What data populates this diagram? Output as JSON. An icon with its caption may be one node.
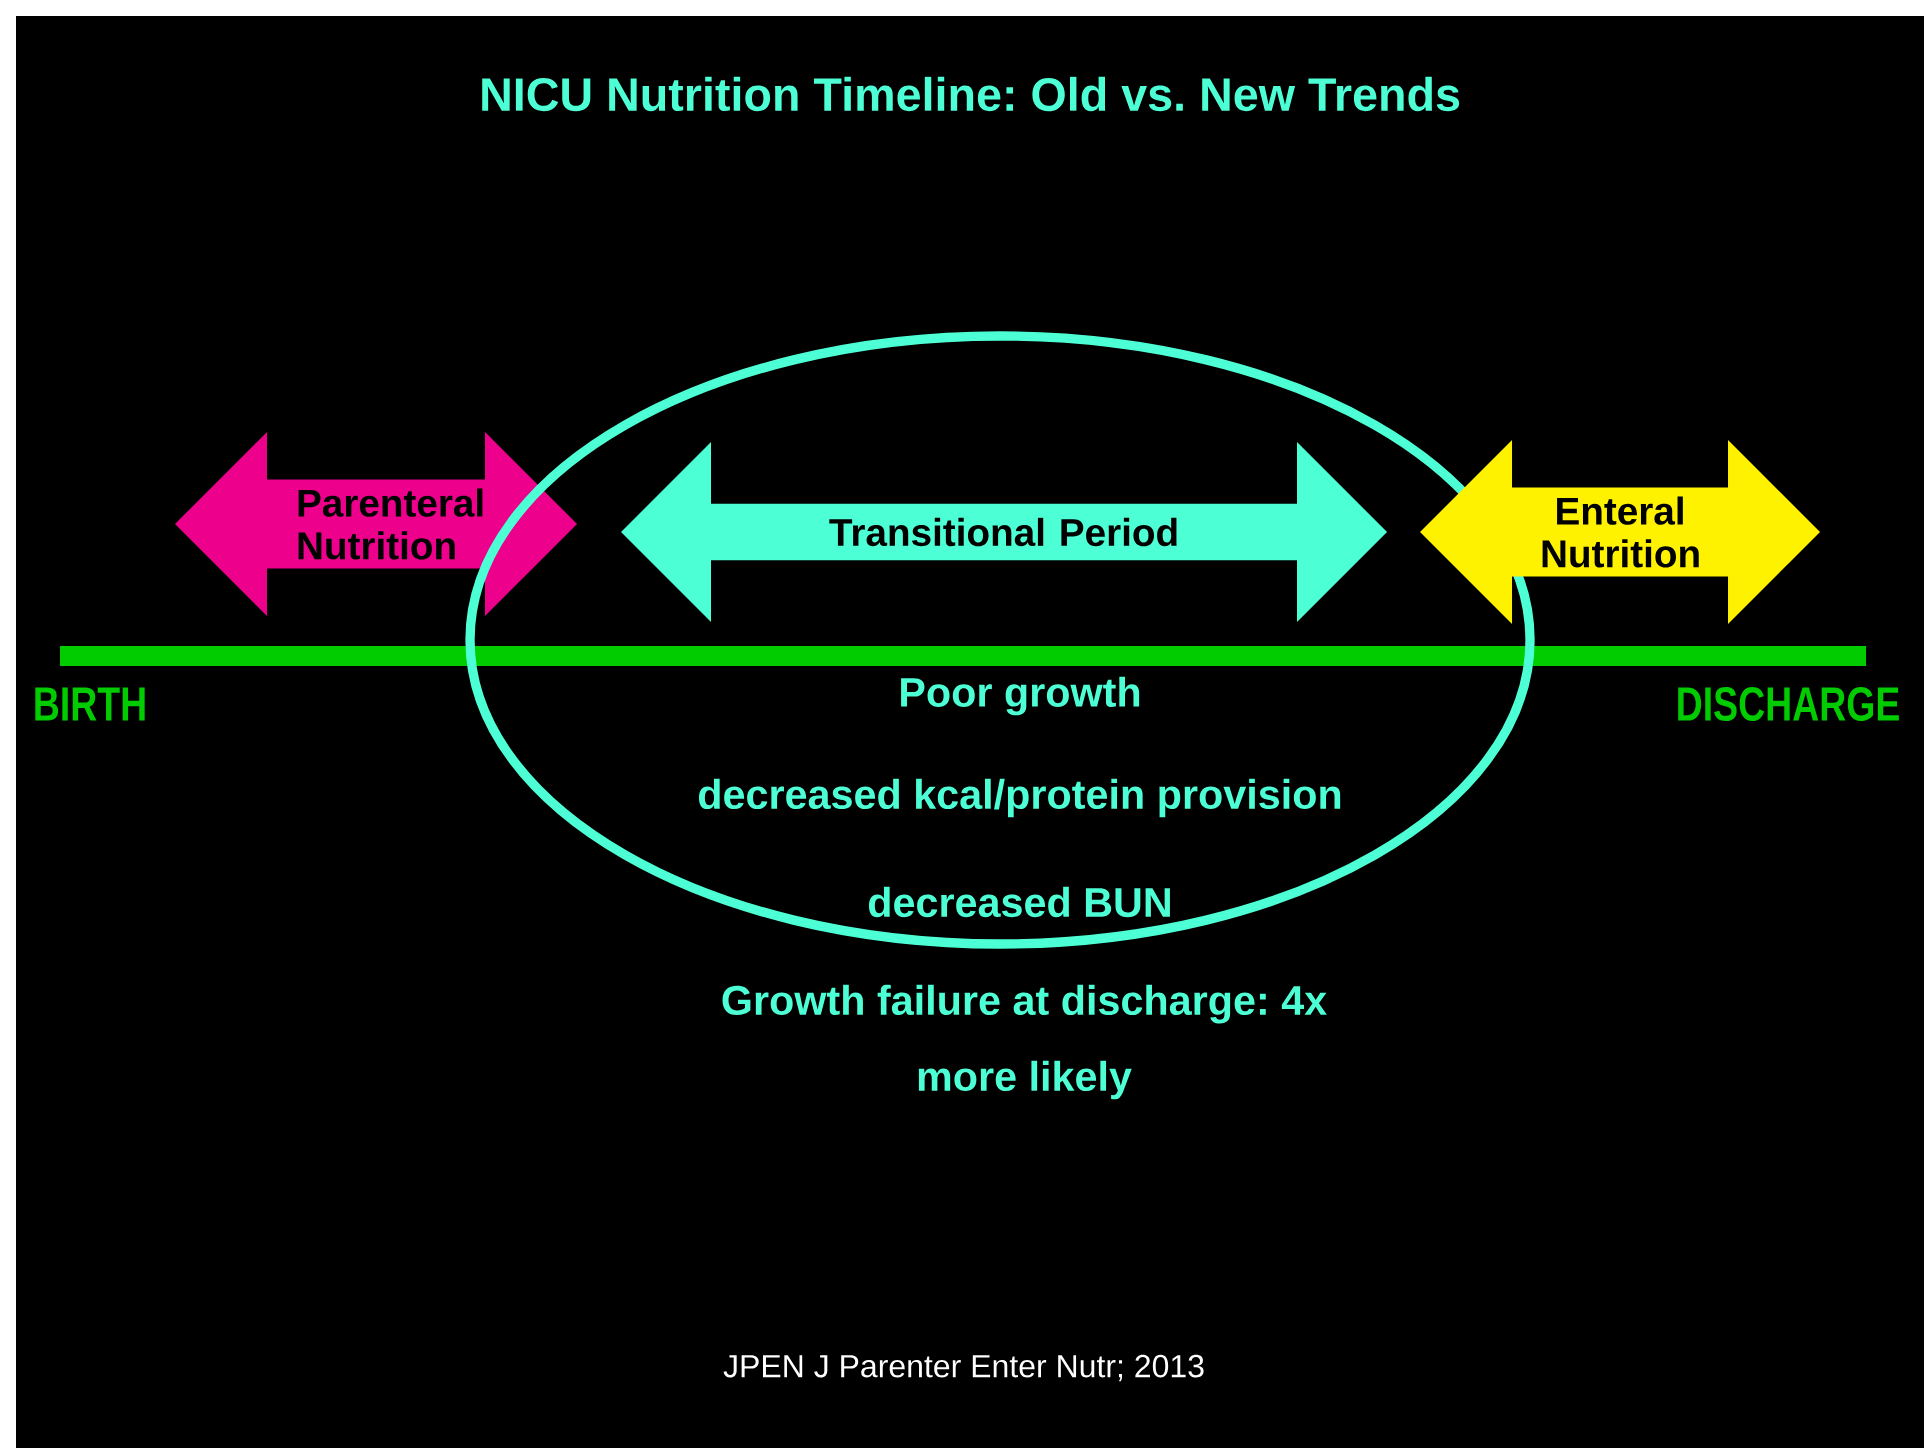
{
  "diagram": {
    "title": "NICU Nutrition Timeline: Old vs. New Trends",
    "caption": "JPEN J Parenter Enter Nutr; 2013",
    "nodes": [
      {
        "text": [
          "Parenteral Nutrition"
        ]
      },
      {
        "text": [
          "Poor growth",
          "decreased kcal/protein provision",
          "decreased BUN"
        ]
      },
      {
        "text": [
          "Transitional Period"
        ],
        "in": 1
      },
      {
        "text": [
          "Enteral Nutrition"
        ]
      }
    ],
    "edges": [],
    "labels": [
      "BIRTH",
      "DISCHARGE",
      "Growth failure at discharge: 4x more likely"
    ]
  }
}
